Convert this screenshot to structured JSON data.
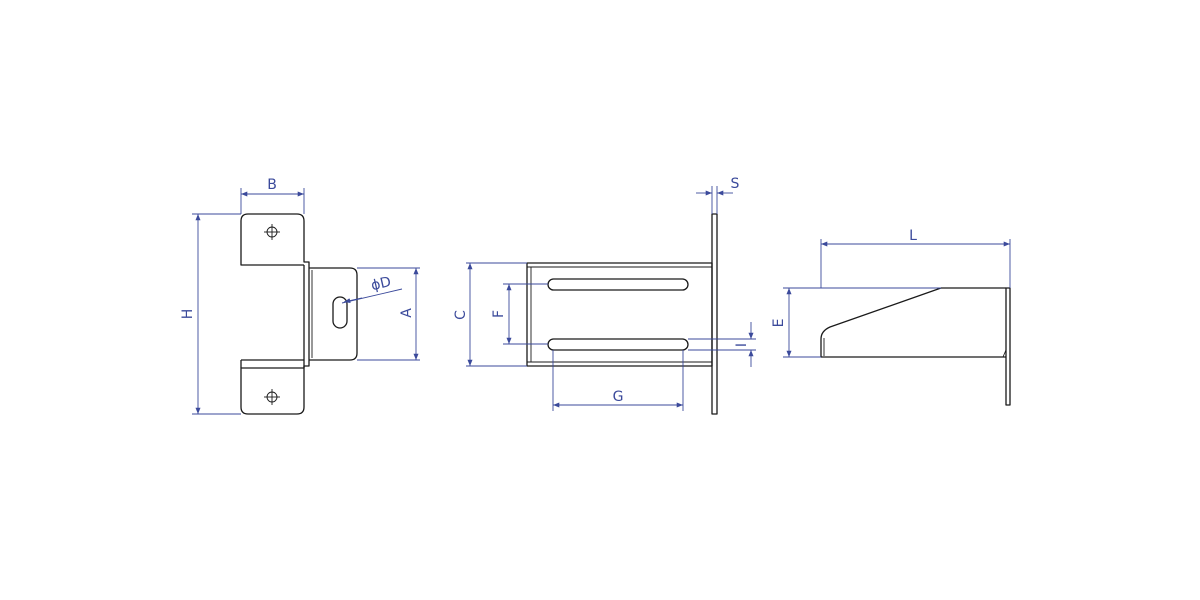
{
  "dimensions": {
    "A": "A",
    "B": "B",
    "C": "C",
    "D": "ϕD",
    "E": "E",
    "F": "F",
    "G": "G",
    "H": "H",
    "I": "I",
    "L": "L",
    "S": "S"
  },
  "colors": {
    "part_line": "#1a1a1a",
    "dimension_line": "#3b4a9b",
    "background": "#ffffff"
  }
}
